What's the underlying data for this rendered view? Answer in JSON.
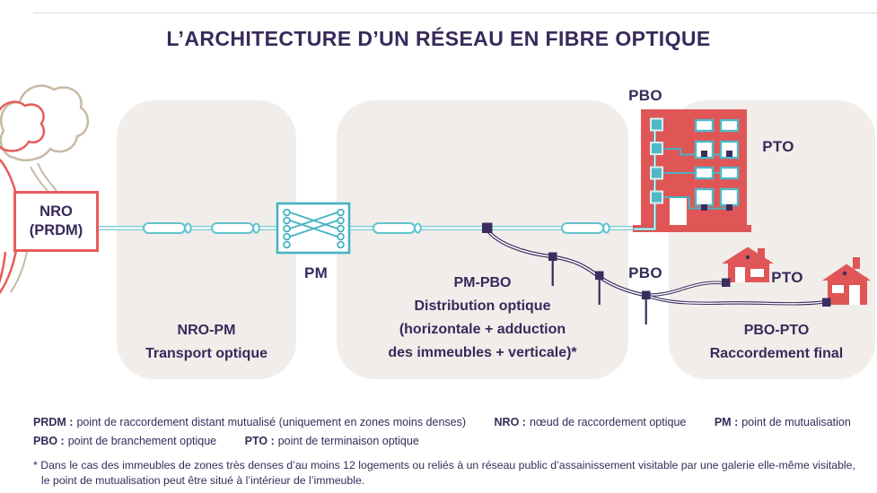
{
  "title": "L’ARCHITECTURE D’UN RÉSEAU EN FIBRE OPTIQUE",
  "colors": {
    "text_purple": "#372a5a",
    "red": "#e05656",
    "teal": "#45b4c2",
    "light_teal_line": "#7ecdd6",
    "panel_background": "#f1edea",
    "cloud_beige": "#c7baa6",
    "cable_dark": "#3a2d5e"
  },
  "icons": {
    "cloud": "network-cloud-sketch",
    "splitter": "pm-optical-splitter",
    "building": "apartment-building",
    "house": "detached-house",
    "splice": "fiber-splice-capsule"
  },
  "nodes": {
    "nro_line1": "NRO",
    "nro_line2": "(PRDM)",
    "pm_label": "PM",
    "pbo_building_label": "PBO",
    "pto_building_label": "PTO",
    "pbo_pole_label": "PBO",
    "pto_houses_label": "PTO"
  },
  "segments": [
    {
      "code": "NRO-PM",
      "caption": [
        "Transport optique"
      ]
    },
    {
      "code": "PM-PBO",
      "caption": [
        "Distribution optique",
        "(horizontale + adduction",
        "des immeubles + verticale)*"
      ]
    },
    {
      "code": "PBO-PTO",
      "caption": [
        "Raccordement final"
      ]
    }
  ],
  "legend": {
    "entries": [
      {
        "term": "PRDM :",
        "definition": "point de raccordement distant mutualisé (uniquement en zones moins denses)"
      },
      {
        "term": "NRO :",
        "definition": "nœud de raccordement optique"
      },
      {
        "term": "PM :",
        "definition": "point de mutualisation"
      },
      {
        "term": "PBO :",
        "definition": "point de branchement optique"
      },
      {
        "term": "PTO :",
        "definition": "point de terminaison optique"
      }
    ],
    "footnote_line1": "* Dans le cas des immeubles de zones très denses d’au moins 12 logements ou reliés à un réseau public d’assainissement visitable par une galerie elle-même visitable,",
    "footnote_line2": "le point de mutualisation peut être situé à l’intérieur de l’immeuble."
  }
}
